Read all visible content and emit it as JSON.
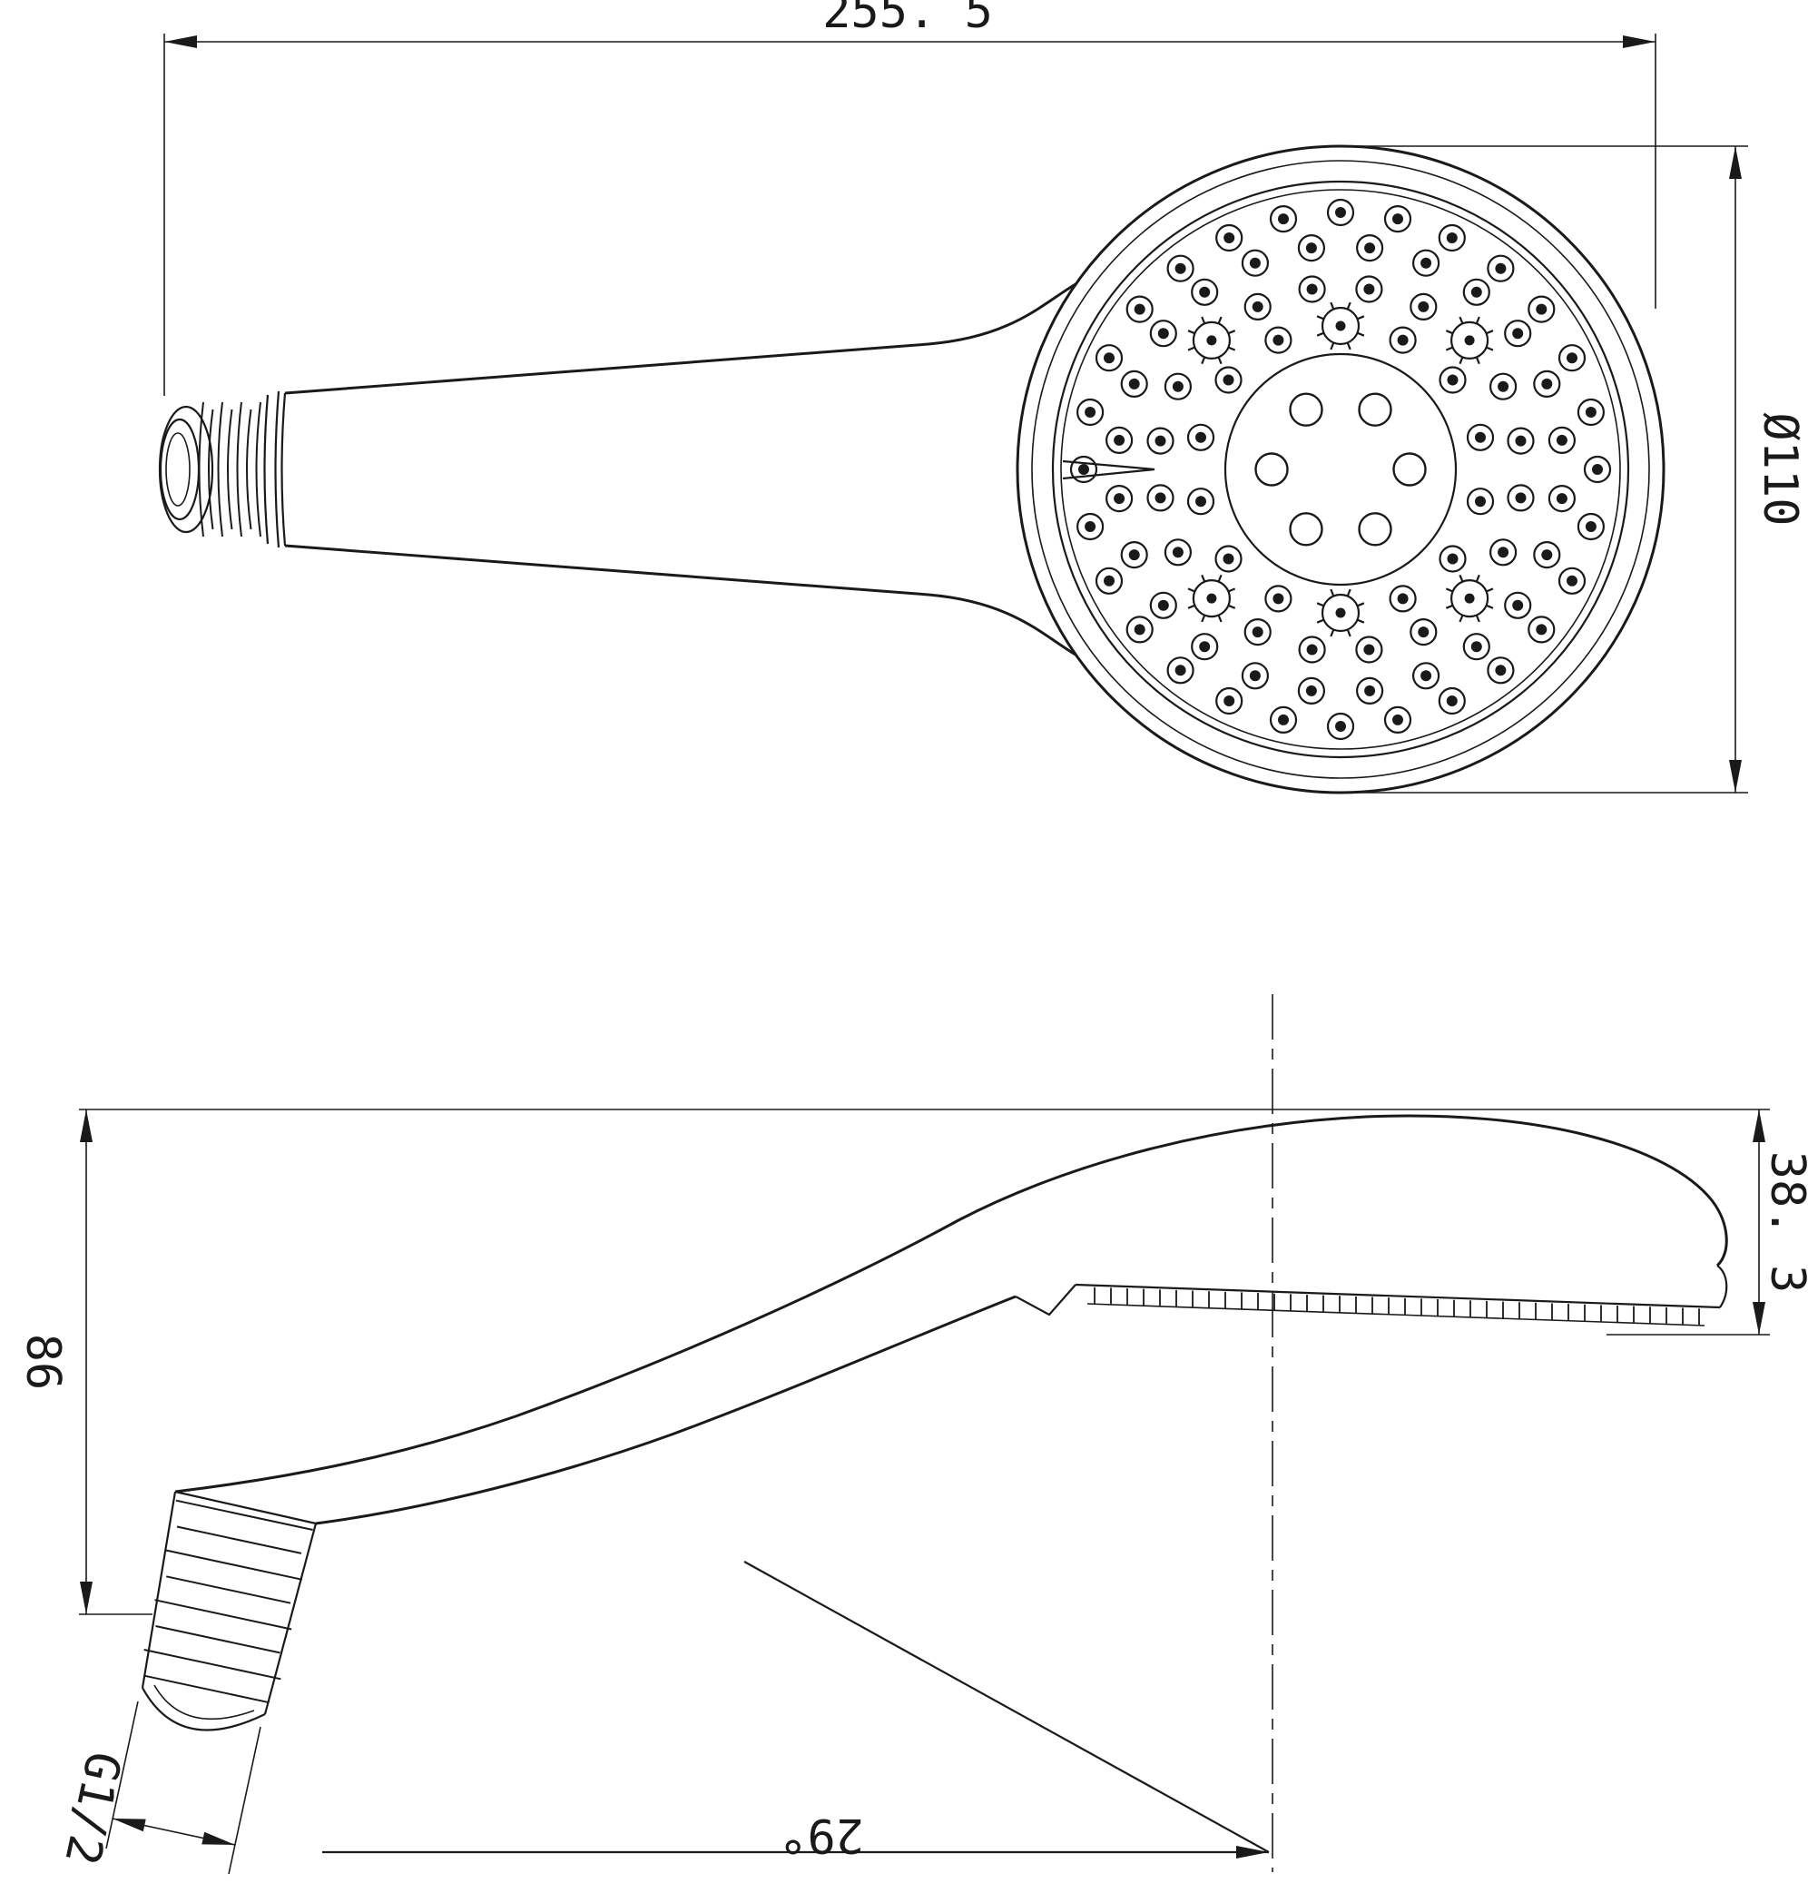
{
  "drawing": {
    "type": "technical-drawing",
    "subject": "hand shower head, two orthographic views with dimensions",
    "background": "#ffffff",
    "line_color": "#1a1a1a",
    "dimensions": {
      "overall_length": "255. 5",
      "head_diameter": "Ø110",
      "head_thickness": "38. 3",
      "height": "86",
      "thread": "G1/2",
      "angle": "29°"
    }
  }
}
